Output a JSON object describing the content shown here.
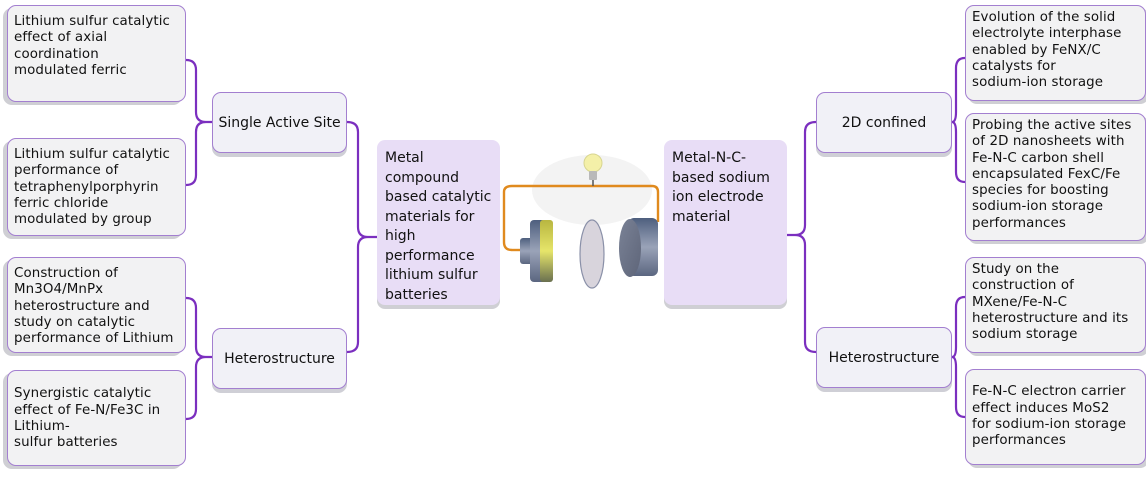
{
  "left": {
    "root": "Metal\ncompound\nbased catalytic\nmaterials for\nhigh\nperformance\nlithium sulfur\nbatteries",
    "branches": [
      {
        "label": "Single Active Site",
        "leaves": [
          "Lithium sulfur catalytic\neffect of axial\ncoordination\nmodulated ferric",
          "Lithium sulfur catalytic\nperformance of\ntetraphenylporphyrin\nferric chloride\nmodulated by group"
        ]
      },
      {
        "label": "Heterostructure",
        "leaves": [
          "Construction of\nMn3O4/MnPx\nheterostructure and\nstudy on catalytic\nperformance of Lithium",
          "Synergistic catalytic\neffect of Fe-N/Fe3C in\nLithium-\nsulfur batteries"
        ]
      }
    ]
  },
  "right": {
    "root": "Metal-N-C-\nbased sodium\nion electrode\nmaterial",
    "branches": [
      {
        "label": "2D confined",
        "leaves": [
          "Evolution of the solid\nelectrolyte interphase\nenabled by FeNX/C\ncatalysts for\nsodium-ion storage",
          "Probing the active sites\nof 2D nanosheets with\nFe-N-C carbon shell\nencapsulated FexC/Fe\nspecies for boosting\nsodium-ion storage\nperformances"
        ]
      },
      {
        "label": "Heterostructure",
        "leaves": [
          "Study on the\nconstruction of\nMXene/Fe-N-C\nheterostructure and its\nsodium storage",
          "Fe-N-C electron carrier\neffect induces MoS2\nfor sodium-ion storage\nperformances"
        ]
      }
    ]
  },
  "illustration": {
    "name": "battery-cell-with-light-bulb",
    "wire_color": "#e08a1e",
    "bulb_color": "#f4f0a8"
  },
  "colors": {
    "connector": "#7b2fbf",
    "leaf_fill": "#f2f2f3",
    "branch_fill": "#f1f1f7",
    "root_fill": "#e8ddf6",
    "border": "#a37fd0"
  }
}
